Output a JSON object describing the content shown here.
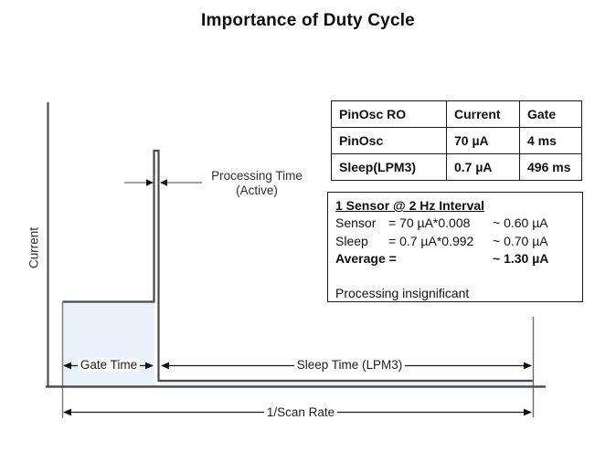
{
  "title": "Importance of Duty Cycle",
  "diagram": {
    "y_axis_label": "Current",
    "processing_label_line1": "Processing Time",
    "processing_label_line2": "(Active)",
    "gate_time_label": "Gate Time",
    "sleep_time_label": "Sleep Time (LPM3)",
    "scan_rate_label": "1/Scan Rate",
    "gate_fill_color": "#ebf1fb",
    "waveform_color": "#4a4a4a"
  },
  "table": {
    "headers": [
      "PinOsc RO",
      "Current",
      "Gate"
    ],
    "rows": [
      [
        "PinOsc",
        "70 µA",
        "4 ms"
      ],
      [
        "Sleep(LPM3)",
        "0.7 µA",
        "496 ms"
      ]
    ]
  },
  "calc": {
    "heading": "1 Sensor @ 2 Hz Interval",
    "rows": [
      {
        "label": "Sensor",
        "expr": "= 70 µA*0.008",
        "result": "~ 0.60 µA"
      },
      {
        "label": "Sleep",
        "expr": "= 0.7 µA*0.992",
        "result": "~ 0.70 µA"
      }
    ],
    "average_label": "Average =",
    "average_value": "~ 1.30 µA",
    "note": "Processing insignificant"
  }
}
